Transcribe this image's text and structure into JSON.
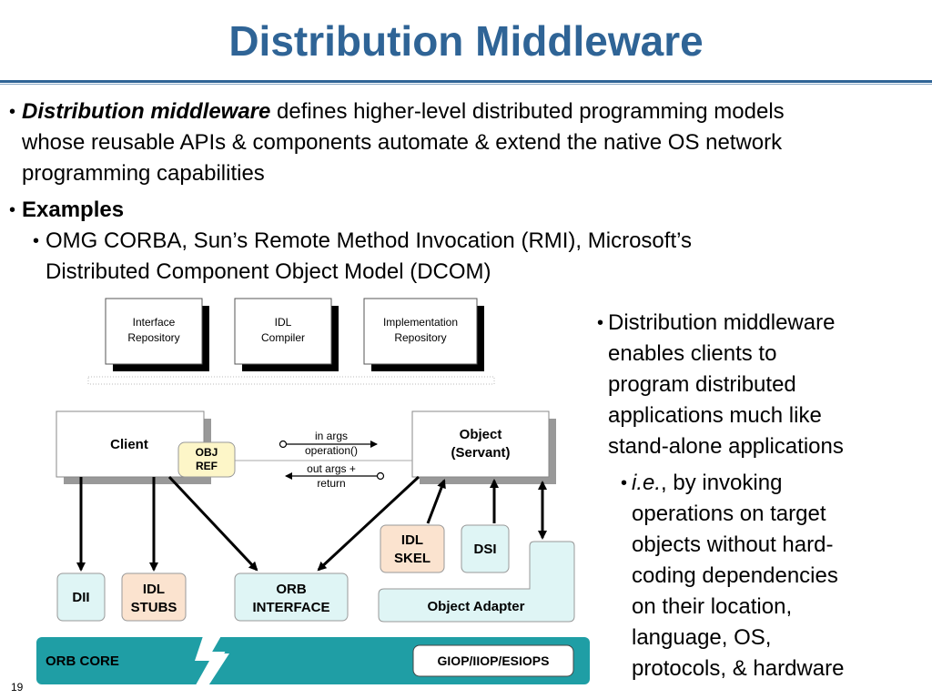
{
  "title": "Distribution Middleware",
  "bullets": {
    "b1_term": "Distribution middleware",
    "b1_line1": "defines higher-level distributed programming models",
    "b1_line2": "whose reusable APIs & components automate & extend the native OS network",
    "b1_line3": "programming capabilities",
    "b2_label": "Examples",
    "b2_sub_line1": "OMG CORBA, Sun’s Remote Method Invocation (RMI), Microsoft’s",
    "b2_sub_line2": "Distributed Component Object Model (DCOM)"
  },
  "side": {
    "lines": [
      "Distribution middleware",
      "enables clients to",
      "program distributed",
      "applications much like",
      "stand-alone applications"
    ],
    "sub_term": "i.e.",
    "sub_first": ", by invoking",
    "sub_lines": [
      "operations on target",
      "objects without hard-",
      "coding dependencies",
      "on their location,",
      "language, OS,",
      "protocols, & hardware"
    ]
  },
  "diagram": {
    "interface_repository": [
      "Interface",
      "Repository"
    ],
    "idl_compiler": [
      "IDL",
      "Compiler"
    ],
    "implementation_repository": [
      "Implementation",
      "Repository"
    ],
    "client": "Client",
    "obj_ref": [
      "OBJ",
      "REF"
    ],
    "in_args": [
      "in args",
      "operation()"
    ],
    "out_args": [
      "out args +",
      "return"
    ],
    "object_servant": [
      "Object",
      "(Servant)"
    ],
    "idl_skel": [
      "IDL",
      "SKEL"
    ],
    "dsi": "DSI",
    "dii": "DII",
    "idl_stubs": [
      "IDL",
      "STUBS"
    ],
    "orb_interface": [
      "ORB",
      "INTERFACE"
    ],
    "object_adapter": "Object Adapter",
    "orb_core": "ORB CORE",
    "giop": "GIOP/IIOP/ESIOPS",
    "colors": {
      "teal": "#1f9ea5",
      "light_cyan": "#dff5f5",
      "peach": "#fbe3cf",
      "cream": "#fdf6c8"
    }
  },
  "page_number": "19"
}
